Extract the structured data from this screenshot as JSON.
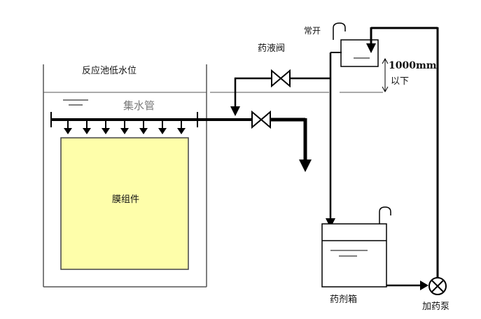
{
  "labels": {
    "tank_low_level": "反应池低水位",
    "collector_pipe": "集水管",
    "membrane_module": "膜组件",
    "dosing_valve": "药液阀",
    "normally_open": "常开",
    "height_value": "1000mm",
    "height_below": "以下",
    "chemical_tank": "药剂箱",
    "dosing_pump": "加药泵"
  },
  "colors": {
    "line": "#000000",
    "membrane_fill": "#fefeaa",
    "membrane_stroke": "#444444",
    "gray_line": "#666666"
  }
}
